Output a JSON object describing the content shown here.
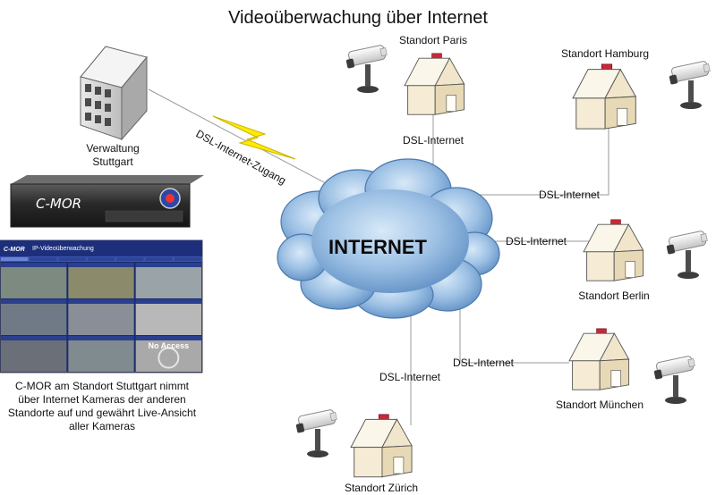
{
  "title": "Videoüberwachung über Internet",
  "cloud_label": "INTERNET",
  "hq": {
    "label_line1": "Verwaltung",
    "label_line2": "Stuttgart",
    "link_label": "DSL-Internet-Zugang"
  },
  "dvr": {
    "brand": "C-MOR",
    "ui_logo": "C-MOR",
    "ui_title": "IP-Videoüberwachung",
    "tabs": [
      "",
      "",
      "",
      "",
      "",
      "",
      ""
    ],
    "cameras": [
      "",
      "",
      "",
      "",
      "",
      "",
      "",
      "",
      ""
    ],
    "no_access": "No Access"
  },
  "caption": [
    "C-MOR am Standort Stuttgart nimmt",
    "über Internet Kameras der anderen",
    "Standorte auf und gewährt Live-Ansicht",
    "aller Kameras"
  ],
  "sites": {
    "paris": {
      "name": "Standort Paris",
      "link": "DSL-Internet"
    },
    "hamburg": {
      "name": "Standort Hamburg",
      "link": "DSL-Internet"
    },
    "berlin": {
      "name": "Standort Berlin",
      "link": "DSL-Internet"
    },
    "muenchen": {
      "name": "Standort München",
      "link": "DSL-Internet"
    },
    "zuerich": {
      "name": "Standort Zürich",
      "link": "DSL-Internet"
    }
  },
  "icons": {
    "building": "office-building-icon",
    "house": "house-icon",
    "camera": "ip-camera-icon",
    "lightning": "lightning-bolt-icon",
    "cloud": "cloud-icon",
    "dvr": "dvr-device-icon",
    "lock": "lock-icon"
  },
  "colors": {
    "cloud_fill": "#9cc0e4",
    "cloud_dark": "#5f8fc4",
    "house_wall": "#f6ecd5",
    "chimney": "#c9283a",
    "lightning": "#ffea00",
    "link_line": "#9a9a9a",
    "ui_header": "#1d2f7a"
  }
}
